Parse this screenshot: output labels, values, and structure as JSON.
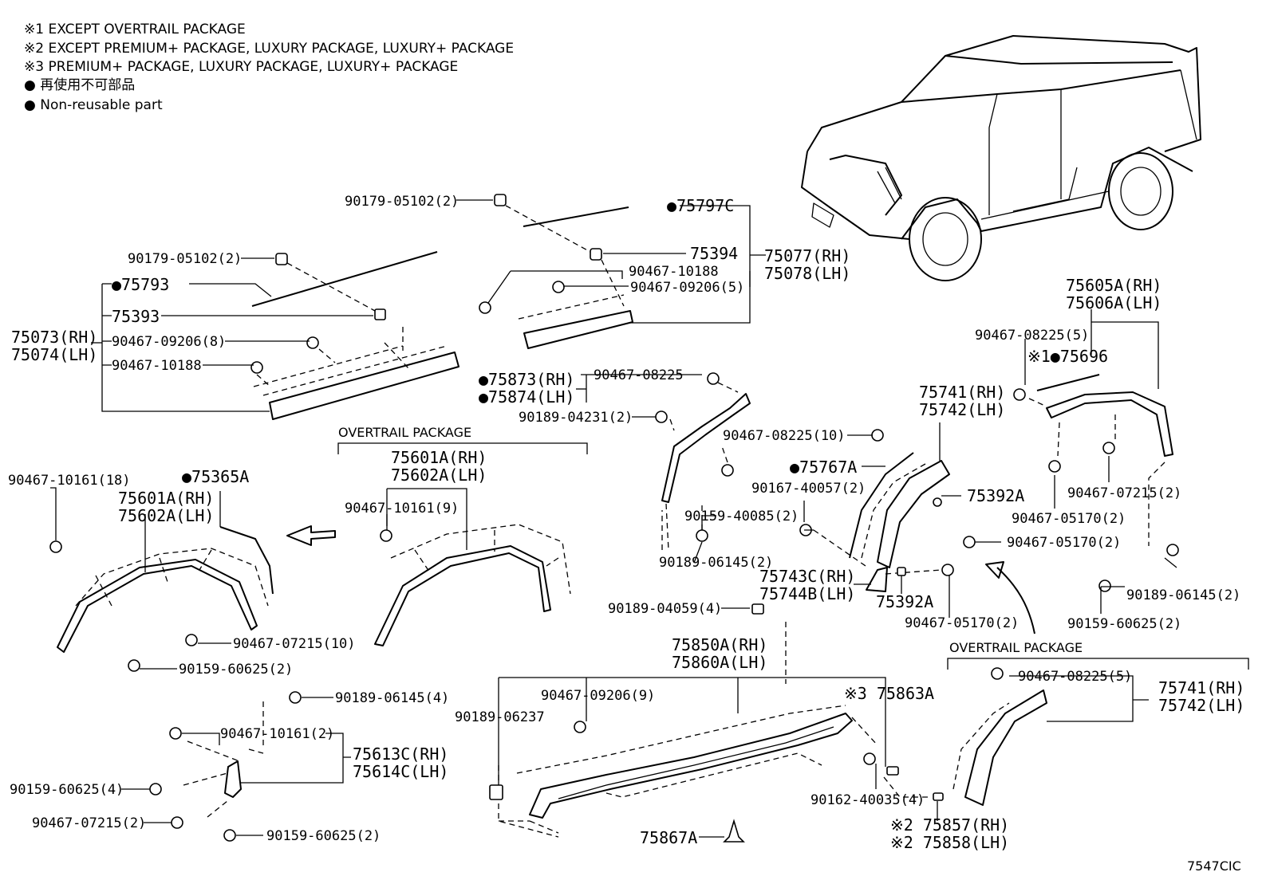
{
  "notes": [
    "※1 EXCEPT OVERTRAIL PACKAGE",
    "※2 EXCEPT PREMIUM+ PACKAGE, LUXURY PACKAGE, LUXURY+ PACKAGE",
    "※3 PREMIUM+ PACKAGE, LUXURY PACKAGE, LUXURY+ PACKAGE",
    "● 再使用不可部品",
    "● Non-reusable part"
  ],
  "diagram_code": "7547CIC",
  "package_headers": {
    "overtrail_1": "OVERTRAIL PACKAGE",
    "overtrail_2": "OVERTRAIL PACKAGE"
  },
  "labels": {
    "l01": "90179-05102(2)",
    "l02": "●75797C",
    "l03": "90179-05102(2)",
    "l04": "75394",
    "l05": "75077(RH)",
    "l06": "75078(LH)",
    "l07": "90467-10188",
    "l08": "90467-09206(5)",
    "l09": "●75793",
    "l10": "75393",
    "l11": "75073(RH)",
    "l12": "75074(LH)",
    "l13": "90467-09206(8)",
    "l14": "90467-10188",
    "l15": "75605A(RH)",
    "l16": "75606A(LH)",
    "l17": "90467-08225(5)",
    "l18": "※1●75696",
    "l19": "●75873(RH)",
    "l20": "●75874(LH)",
    "l21": "90467-08225",
    "l22": "75741(RH)",
    "l23": "75742(LH)",
    "l24": "90189-04231(2)",
    "l25": "90467-08225(10)",
    "l26": "●75767A",
    "l27": "90167-40057(2)",
    "l28": "75392A",
    "l29": "90467-07215(2)",
    "l30": "90467-05170(2)",
    "l31": "90467-05170(2)",
    "l32": "90467-10161(18)",
    "l33": "●75365A",
    "l34": "75601A(RH)",
    "l35": "75602A(LH)",
    "l36": "75601A(RH)",
    "l37": "75602A(LH)",
    "l38": "90467-10161(9)",
    "l39": "90159-40085(2)",
    "l40": "90189-06145(2)",
    "l41": "75743C(RH)",
    "l42": "75744B(LH)",
    "l43": "75392A",
    "l44": "90467-05170(2)",
    "l45": "90189-06145(2)",
    "l46": "90159-60625(2)",
    "l47": "90467-07215(10)",
    "l48": "90159-60625(2)",
    "l49": "90189-04059(4)",
    "l50": "75850A(RH)",
    "l51": "75860A(LH)",
    "l52": "90467-08225(5)",
    "l53": "75741(RH)",
    "l54": "75742(LH)",
    "l55": "90189-06145(4)",
    "l56": "90467-09206(9)",
    "l57": "※3 75863A",
    "l58": "90189-06237",
    "l59": "90467-10161(2)",
    "l60": "75613C(RH)",
    "l61": "75614C(LH)",
    "l62": "90159-60625(4)",
    "l63": "90162-40035(4)",
    "l64": "90467-07215(2)",
    "l65": "90159-60625(2)",
    "l66": "75867A",
    "l67": "※2 75857(RH)",
    "l68": "※2 75858(LH)"
  }
}
